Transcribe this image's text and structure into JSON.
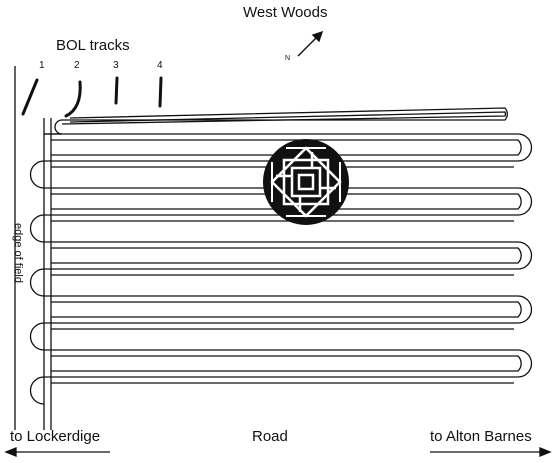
{
  "diagram": {
    "title": "West Woods",
    "bol_label": "BOL tracks",
    "track_numbers": [
      "1",
      "2",
      "3",
      "4"
    ],
    "north_label": "N",
    "field_edge_label": "edge of field",
    "road_label": "Road",
    "left_direction_label": "to Lockerdige",
    "right_direction_label": "to Alton Barnes",
    "line_color": "#111111",
    "emblem_color": "#111111",
    "emblem_motif": "woven-square-knot",
    "tramline_loops": 6
  }
}
